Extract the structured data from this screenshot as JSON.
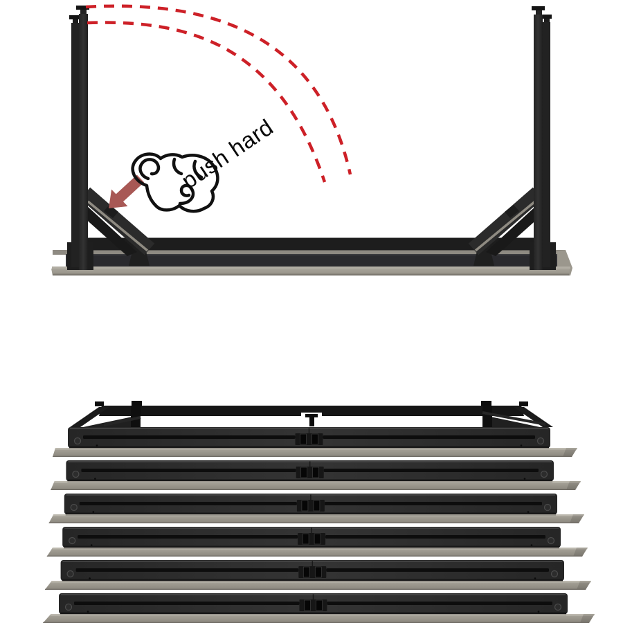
{
  "scene": {
    "background_color": "#ffffff",
    "description_top": "upside-down folding table with fold instruction",
    "description_bottom": "stack of folded tables"
  },
  "upper_diagram": {
    "annotation": {
      "label": "push hard",
      "rotation_deg": -34,
      "text_color": "#0a0a0a"
    },
    "fold_arrow_color": "#a85855",
    "dashed_arc_color": "#cd2027",
    "table": {
      "tabletop_face_color": "#a09c92",
      "tabletop_highlight_color": "#b2aea4",
      "tabletop_shadow_color": "#7b776f",
      "frame_color": "#262626",
      "leg_color": "#2e2e2e"
    }
  },
  "lower_diagram": {
    "stacked_tables_count": 6,
    "colors": {
      "band_dark": "#242424",
      "band_mid": "#333333",
      "band_edge_highlight": "#474747",
      "slot": "#0d0d0d",
      "hinge_well": "#161616",
      "hinge_tab": "#060606",
      "glide_ring": "#4a4a4a",
      "wood_top": "#bdb9af",
      "wood_face_light": "#aaa69c",
      "wood_face": "#98948a",
      "wood_face_dark": "#8a867d",
      "wood_bottom_edge": "#6e6a63",
      "frame_top": "#161616"
    }
  }
}
